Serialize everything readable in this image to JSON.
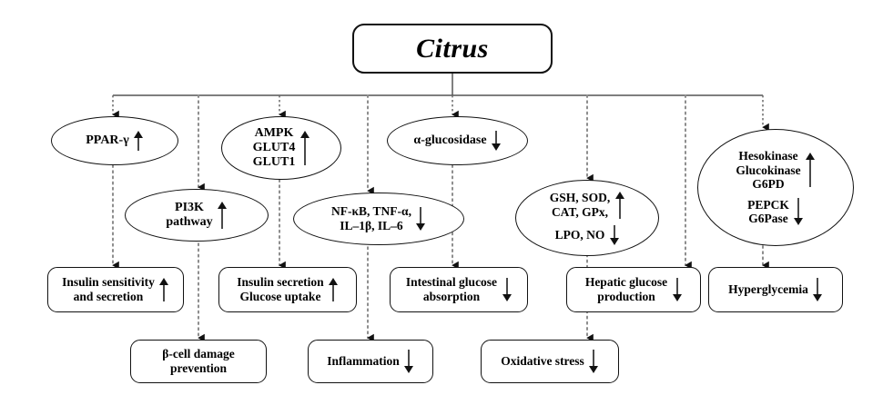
{
  "diagram": {
    "title_node": {
      "label": "Citrus"
    },
    "targets": [
      {
        "id": "ppar",
        "lines": [
          {
            "text": "PPAR-γ",
            "arrow": "up"
          }
        ]
      },
      {
        "id": "ampk",
        "lines": [
          {
            "text": "AMPK\nGLUT4\nGLUT1",
            "arrow": "up"
          }
        ]
      },
      {
        "id": "aglu",
        "lines": [
          {
            "text": "α-glucosidase",
            "arrow": "down"
          }
        ]
      },
      {
        "id": "pi3k",
        "lines": [
          {
            "text": "PI3K\npathway",
            "arrow": "up"
          }
        ]
      },
      {
        "id": "nfkb",
        "lines": [
          {
            "text": "NF-κB, TNF-α,\nIL–1β, IL–6",
            "arrow": "down"
          }
        ]
      },
      {
        "id": "antiox",
        "lines": [
          {
            "text": "GSH, SOD,\nCAT, GPx,",
            "arrow": "up"
          },
          {
            "text": "LPO, NO",
            "arrow": "down"
          }
        ]
      },
      {
        "id": "enzymes",
        "lines": [
          {
            "text": "Hesokinase\nGlucokinase\nG6PD",
            "arrow": "up"
          },
          {
            "text": "PEPCK\nG6Pase",
            "arrow": "down"
          }
        ]
      }
    ],
    "outcomes_mid": [
      {
        "id": "insulin-sensitivity",
        "text": "Insulin sensitivity\nand secretion",
        "arrow": "up"
      },
      {
        "id": "insulin-secretion",
        "text": "Insulin secretion\nGlucose uptake",
        "arrow": "up"
      },
      {
        "id": "intestinal-glucose",
        "text": "Intestinal glucose\nabsorption",
        "arrow": "down"
      },
      {
        "id": "hepatic-glucose",
        "text": "Hepatic glucose\nproduction",
        "arrow": "down"
      },
      {
        "id": "hyperglycemia",
        "text": "Hyperglycemia",
        "arrow": "down"
      }
    ],
    "outcomes_bottom": [
      {
        "id": "beta-cell",
        "text": "β-cell damage\nprevention",
        "arrow": "none"
      },
      {
        "id": "inflammation",
        "text": "Inflammation",
        "arrow": "down"
      },
      {
        "id": "oxidative-stress",
        "text": "Oxidative stress",
        "arrow": "down"
      }
    ],
    "colors": {
      "stroke": "#111111",
      "dotted": "#7d7d7d",
      "background": "#ffffff"
    }
  }
}
